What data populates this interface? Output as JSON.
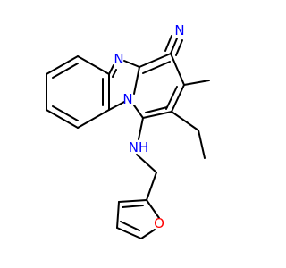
{
  "molecule": {
    "atoms": {
      "nitrile_n": {
        "label": "N",
        "color": "#0000ff"
      },
      "imidazole_n": {
        "label": "N",
        "color": "#0000ff"
      },
      "bridgehead_n": {
        "label": "N",
        "color": "#0000ff"
      },
      "amine_nh": {
        "label": "NH",
        "color": "#0000ff"
      },
      "furan_o": {
        "label": "O",
        "color": "#ff0000"
      }
    }
  }
}
